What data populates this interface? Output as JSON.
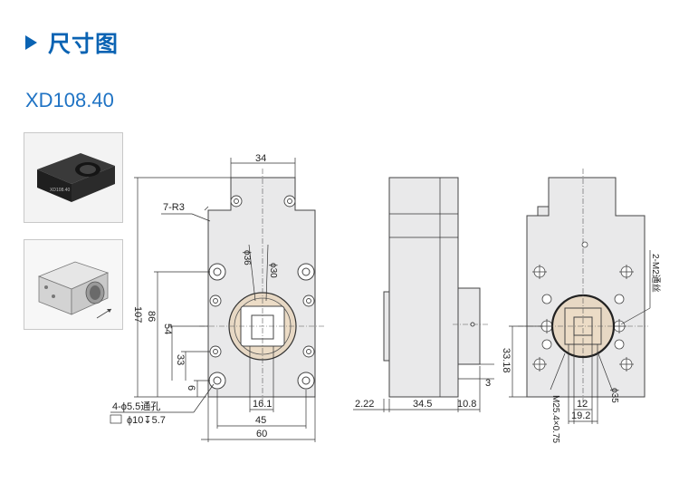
{
  "section": {
    "title": "尺寸图",
    "model": "XD108.40"
  },
  "photos": {
    "photo1_label": "XD108.40"
  },
  "front_view": {
    "dim_top_width": "34",
    "dim_radius": "7-R3",
    "dim_total_height": "107",
    "dim_height_86": "86",
    "dim_height_54": "54",
    "dim_height_33": "33",
    "dim_height_6": "6",
    "dim_dia_36": "ϕ36",
    "dim_dia_30": "ϕ30",
    "hole_note_1": "4-ϕ5.5通孔",
    "hole_note_2": "ϕ10↧5.7",
    "dim_16_1": "16.1",
    "dim_45": "45",
    "dim_60": "60"
  },
  "side_view": {
    "dim_2_22": "2.22",
    "dim_34_5": "34.5",
    "dim_10_8": "10.8",
    "dim_3": "3"
  },
  "back_view": {
    "thread_note": "2-M2通丝",
    "dim_33_18": "33.18",
    "dim_12": "12",
    "dim_19_2": "19.2",
    "dim_dia_35": "ϕ35",
    "thread_main": "M25.4×0.75"
  }
}
